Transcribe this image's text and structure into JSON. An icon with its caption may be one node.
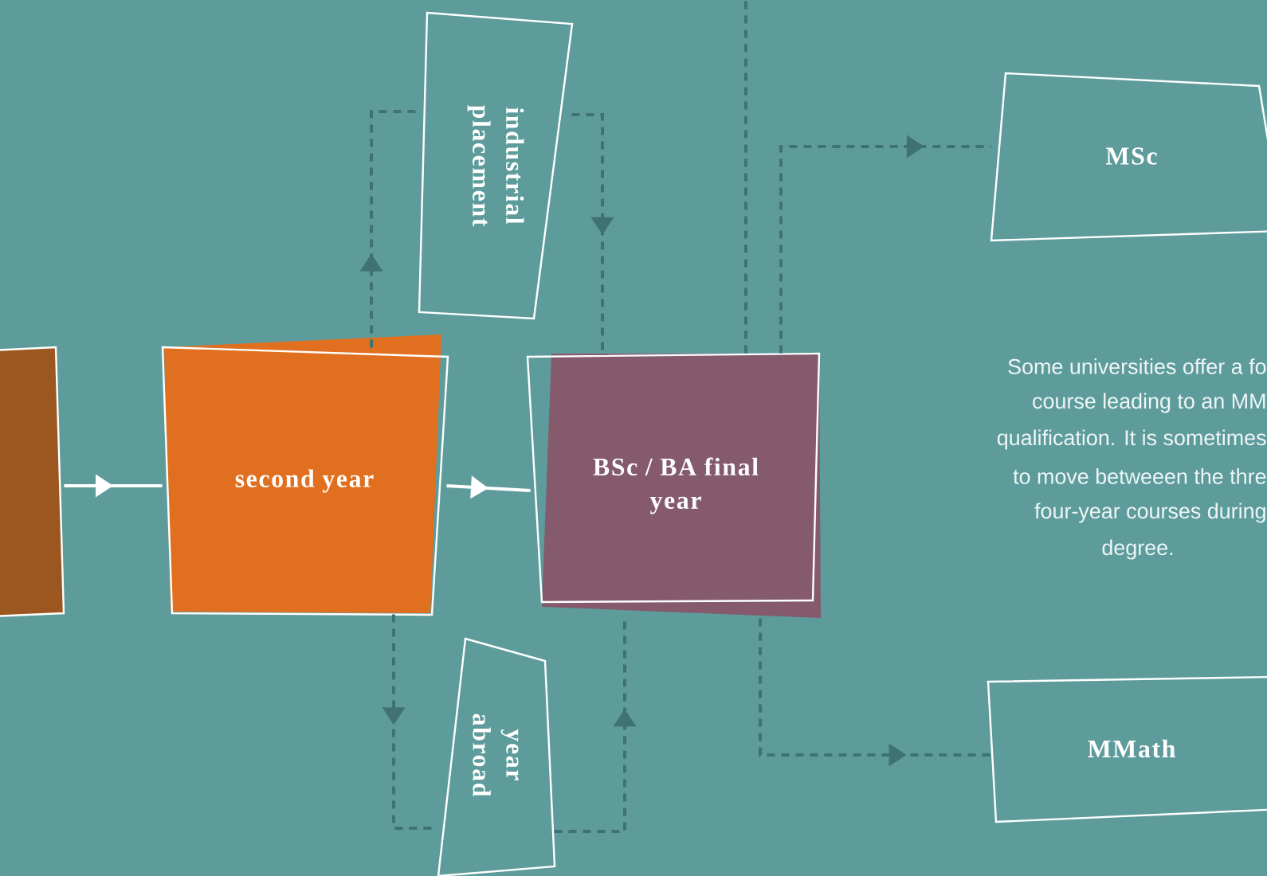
{
  "diagram": {
    "nodes": [
      {
        "text": [],
        "shape": "box"
      },
      {
        "text": [
          "second year"
        ]
      },
      {
        "text": [
          "industrial placement"
        ]
      },
      {
        "text": [
          "year abroad"
        ]
      },
      {
        "text": [
          "BSc / BA final year"
        ]
      },
      {
        "text": [
          "MSc"
        ]
      },
      {
        "text": [
          "MMath"
        ]
      }
    ],
    "edges": [
      {
        "from": 0,
        "to": 1,
        "arrow": "to",
        "color": "#ffffff"
      },
      {
        "from": 1,
        "to": 4,
        "arrow": "to",
        "color": "#ffffff"
      },
      {
        "from": 1,
        "to": 2,
        "arrow": "to",
        "style": "dashed"
      },
      {
        "from": 2,
        "to": 4,
        "arrow": "to",
        "style": "dashed"
      },
      {
        "from": 1,
        "to": 3,
        "arrow": "to",
        "style": "dashed"
      },
      {
        "from": 3,
        "to": 4,
        "arrow": "to",
        "style": "dashed"
      },
      {
        "from": 4,
        "to": 5,
        "arrow": "to",
        "style": "dashed"
      },
      {
        "from": 4,
        "to": 6,
        "arrow": "to",
        "style": "dashed"
      },
      {
        "from": 4,
        "to": null,
        "arrow": "none",
        "style": "dashed"
      }
    ],
    "labels": [
      "Some universities offer a fo",
      "course leading to an MM",
      "qualification. It is sometimes",
      "to move betweeen the thre",
      "four-year courses during",
      "degree."
    ]
  }
}
